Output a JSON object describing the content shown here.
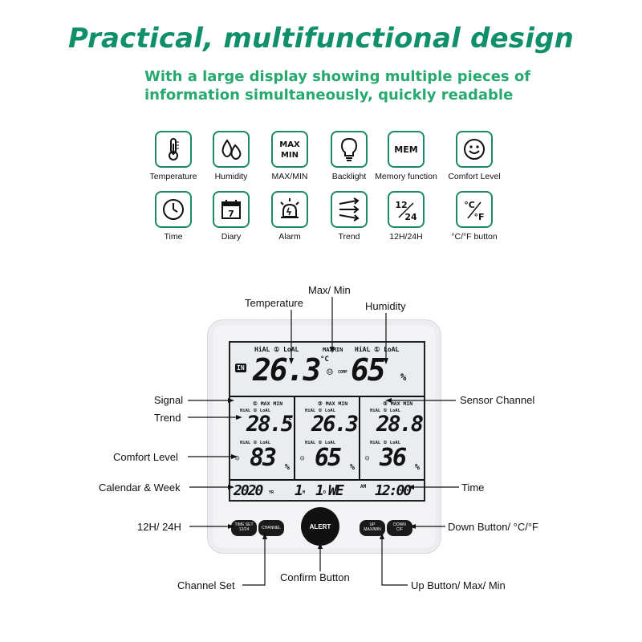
{
  "header": {
    "title": "Practical, multifunctional design",
    "subtitle": "With a large display showing multiple pieces of information simultaneously, quickly readable"
  },
  "features": [
    {
      "icon": "thermometer-icon",
      "label": "Temperature"
    },
    {
      "icon": "humidity-drops-icon",
      "label": "Humidity"
    },
    {
      "icon": "max-min-icon",
      "label": "MAX/MIN",
      "glyph": "MAX\nMIN"
    },
    {
      "icon": "lightbulb-icon",
      "label": "Backlight"
    },
    {
      "icon": "mem-icon",
      "label": "Memory function",
      "glyph": "MEM"
    },
    {
      "icon": "smiley-icon",
      "label": "Comfort Level"
    },
    {
      "icon": "clock-icon",
      "label": "Time"
    },
    {
      "icon": "calendar-icon",
      "label": "Diary",
      "glyph": "7"
    },
    {
      "icon": "alarm-icon",
      "label": "Alarm"
    },
    {
      "icon": "trend-arrows-icon",
      "label": "Trend"
    },
    {
      "icon": "12-24-icon",
      "label": "12H/24H",
      "glyph": "12/24"
    },
    {
      "icon": "celsius-fahrenheit-icon",
      "label": "°C/°F button",
      "glyph": "°C/°F"
    }
  ],
  "display": {
    "indoor_tag": "IN",
    "hial_loal": "HiAL ① LoAL",
    "maxmin": "MAXMIN",
    "indoor_temp": "26.3",
    "temp_unit": "°C",
    "comf": "COMF",
    "indoor_humidity": "65",
    "percent": "%",
    "channels": [
      {
        "label": "① MAX MIN",
        "temp": "28.5",
        "humidity": "83"
      },
      {
        "label": "② MAX MIN",
        "temp": "26.3",
        "humidity": "65"
      },
      {
        "label": "③ MAX MIN",
        "temp": "28.8",
        "humidity": "36"
      }
    ],
    "channel_hial": "HiAL ① LoAL",
    "year": "2020",
    "yr": "YR",
    "month": "1",
    "month_tag": "M",
    "day": "1",
    "day_tag": "D",
    "weekday": "WE",
    "ampm": "AM",
    "time": "12:00"
  },
  "buttons": {
    "time_set": "TIME SET",
    "time_set_sub": "12/24",
    "channel": "CHANNEL",
    "alert": "ALERT",
    "up": "UP",
    "up_sub": "MAX/MIN",
    "down": "DOWN",
    "down_sub": "C/F"
  },
  "callouts": {
    "max_min": "Max/ Min",
    "temperature": "Temperature",
    "humidity": "Humidity",
    "signal": "Signal",
    "sensor_channel": "Sensor Channel",
    "trend": "Trend",
    "comfort_level": "Comfort Level",
    "calendar_week": "Calendar & Week",
    "time": "Time",
    "h12_24": "12H/ 24H",
    "down_button": "Down Button/ °C/°F",
    "channel_set": "Channel Set",
    "confirm_button": "Confirm Button",
    "up_button": "Up Button/ Max/ Min"
  },
  "colors": {
    "title": "#0f8f6a",
    "subtitle": "#26a86f",
    "icon_border": "#1b8a5f"
  }
}
